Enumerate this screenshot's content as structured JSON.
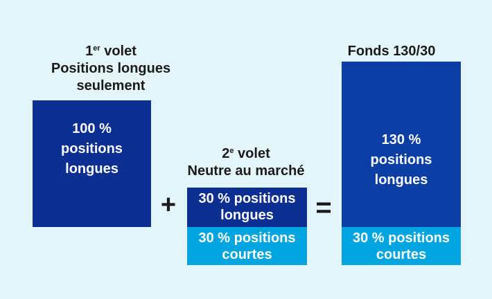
{
  "colors": {
    "background": "#e4f5fa",
    "long_dark": "#0c2f91",
    "long_blue": "#0b3fa6",
    "short_cyan": "#00a5e0",
    "text_dark": "#1a1a1a",
    "text_light": "#ffffff"
  },
  "volet1": {
    "ordinal": "1",
    "ordinal_sup": "er",
    "word": " volet",
    "line2": "Positions longues",
    "line3": "seulement",
    "box_text": [
      "100 %",
      "positions",
      "longues"
    ],
    "long_pct": 100
  },
  "volet2": {
    "ordinal": "2",
    "ordinal_sup": "e",
    "word": " volet",
    "line2": "Neutre au marché",
    "long_text": [
      "30 % positions",
      "longues"
    ],
    "short_text": [
      "30 % positions",
      "courtes"
    ],
    "long_pct": 30,
    "short_pct": 30
  },
  "fonds": {
    "title": "Fonds 130/30",
    "long_text": [
      "130 %",
      "positions",
      "longues"
    ],
    "short_text": [
      "30 % positions",
      "courtes"
    ],
    "long_pct": 130,
    "short_pct": 30
  },
  "operators": {
    "plus": "+",
    "equals": "="
  }
}
